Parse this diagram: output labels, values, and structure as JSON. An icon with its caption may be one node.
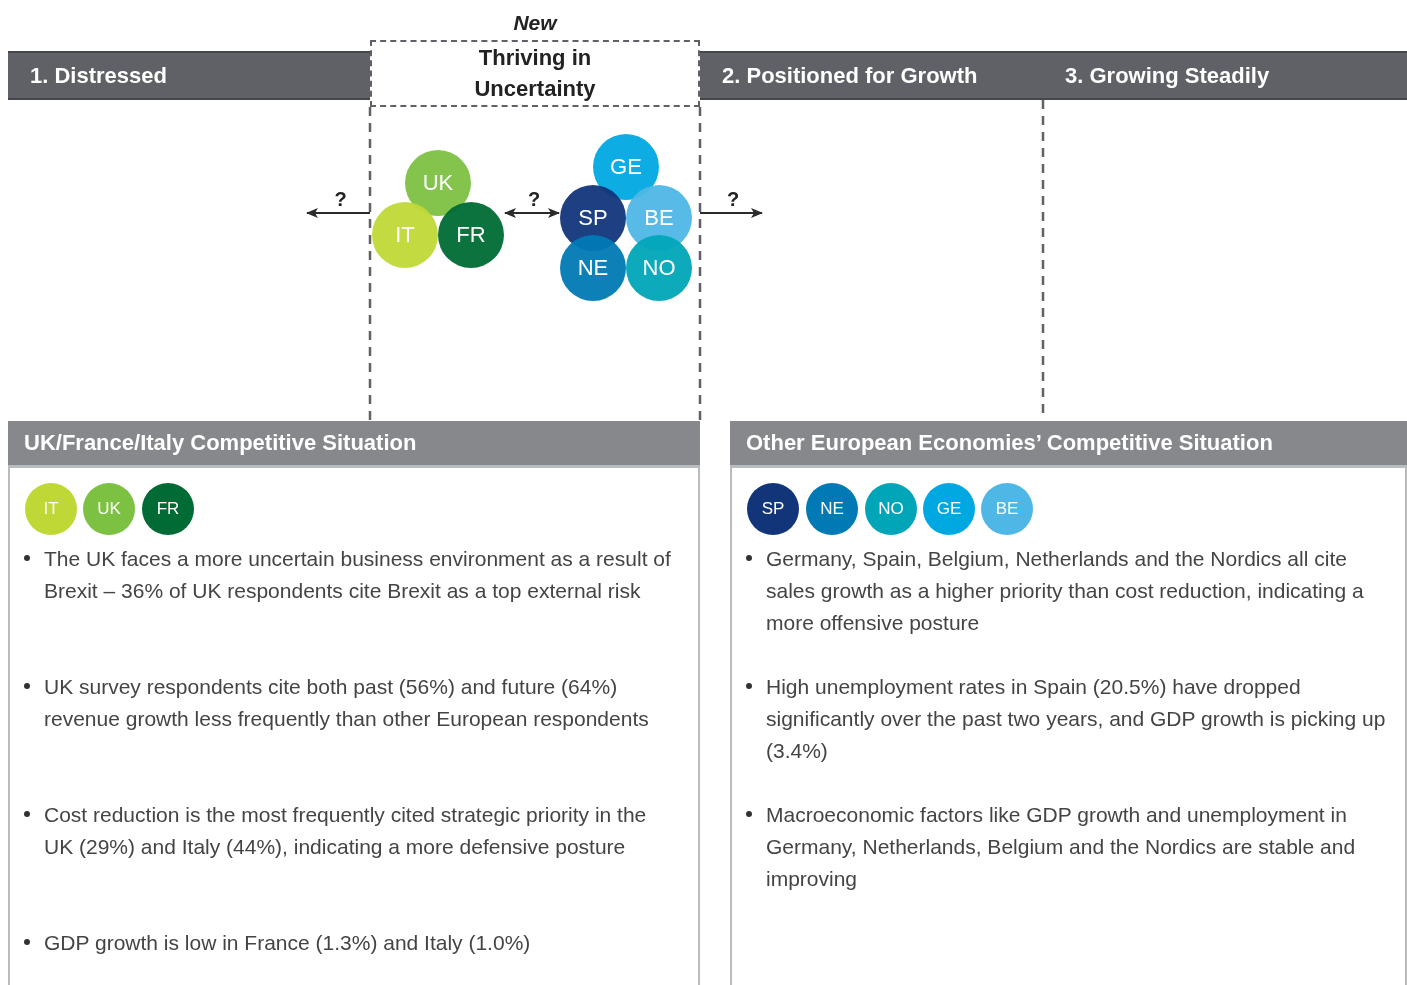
{
  "diagram": {
    "nodes": [
      {
        "text": [
          "1. Distressed"
        ]
      },
      {
        "text": [
          "New",
          "Thriving in Uncertainty"
        ]
      },
      {
        "text": [
          "2. Positioned for Growth"
        ]
      },
      {
        "text": [
          "3. Growing Steadily"
        ]
      },
      {
        "text": [
          "UK"
        ]
      },
      {
        "text": [
          "IT"
        ]
      },
      {
        "text": [
          "FR"
        ]
      },
      {
        "text": [
          "GE"
        ]
      },
      {
        "text": [
          "SP"
        ]
      },
      {
        "text": [
          "BE"
        ]
      },
      {
        "text": [
          "NE"
        ]
      },
      {
        "text": [
          "NO"
        ]
      },
      {
        "text": [
          "UK/France/Italy Competitive Situation",
          "The UK faces a more uncertain business environment as a result of Brexit – 36% of UK respondents cite Brexit as a top external risk",
          "UK survey respondents cite both past (56%) and future (64%) revenue growth less frequently than other European respondents",
          "Cost reduction is the most frequently cited strategic priority in the UK (29%) and Italy (44%), indicating a more defensive posture",
          "GDP growth is low in France (1.3%) and Italy (1.0%)"
        ]
      },
      {
        "text": [
          "IT"
        ],
        "in": 12
      },
      {
        "text": [
          "UK"
        ],
        "in": 12
      },
      {
        "text": [
          "FR"
        ],
        "in": 12
      },
      {
        "text": [
          "Other European Economies’ Competitive Situation",
          "Germany, Spain, Belgium, Netherlands and the Nordics all cite sales growth as a higher priority than cost reduction, indicating a more offensive posture",
          "High unemployment rates in Spain (20.5%) have dropped significantly over the past two years, and GDP growth is picking up (3.4%)",
          "Macroeconomic factors like GDP growth and unemployment in Germany, Netherlands, Belgium and the Nordics are stable and improving"
        ]
      },
      {
        "text": [
          "SP"
        ],
        "in": 16
      },
      {
        "text": [
          "NE"
        ],
        "in": 16
      },
      {
        "text": [
          "NO"
        ],
        "in": 16
      },
      {
        "text": [
          "GE"
        ],
        "in": 16
      },
      {
        "text": [
          "BE"
        ],
        "in": 16
      }
    ],
    "edges": [
      {
        "from": 5,
        "to": null,
        "arrow": "to",
        "label": "?"
      },
      {
        "from": 6,
        "to": 8,
        "arrow": "both",
        "label": "?"
      },
      {
        "from": 9,
        "to": null,
        "arrow": "to",
        "label": "?"
      }
    ]
  }
}
